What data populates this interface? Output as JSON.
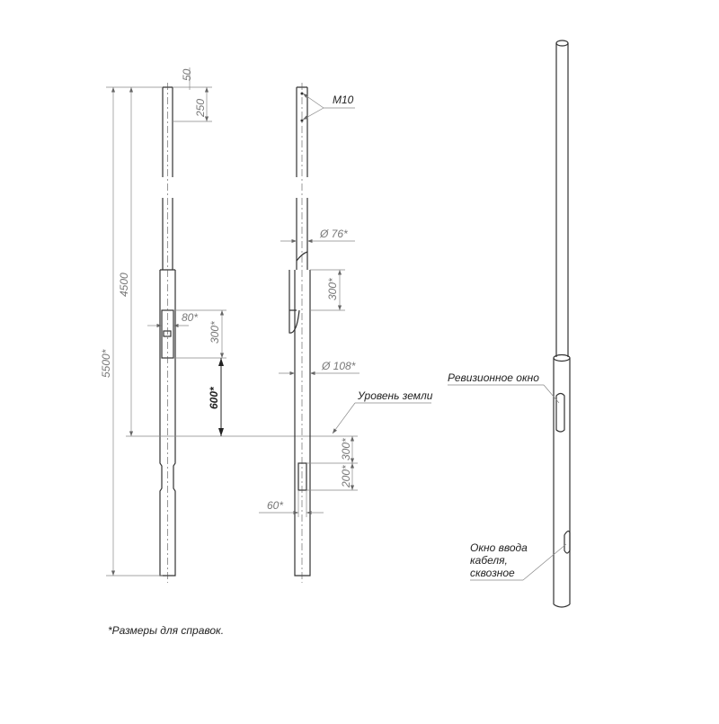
{
  "dimensions": {
    "total_height": "5500*",
    "above_ground": "4500",
    "top_offset": "50",
    "bolt_spacing": "250",
    "door_width": "80*",
    "door_height": "300*",
    "door_above_ground": "600*",
    "bolt_label": "M10",
    "top_diameter": "Ø 76*",
    "side_door_height": "300*",
    "bottom_diameter": "Ø 108*",
    "cable_window_depth": "300*",
    "cable_window_height": "200*",
    "cable_window_width": "60*"
  },
  "labels": {
    "ground_level": "Уровень земли",
    "inspection_window": "Ревизионное окно",
    "cable_window_line1": "Окно ввода",
    "cable_window_line2": "кабеля,",
    "cable_window_line3": "сквозное"
  },
  "footnote": "*Размеры для справок."
}
